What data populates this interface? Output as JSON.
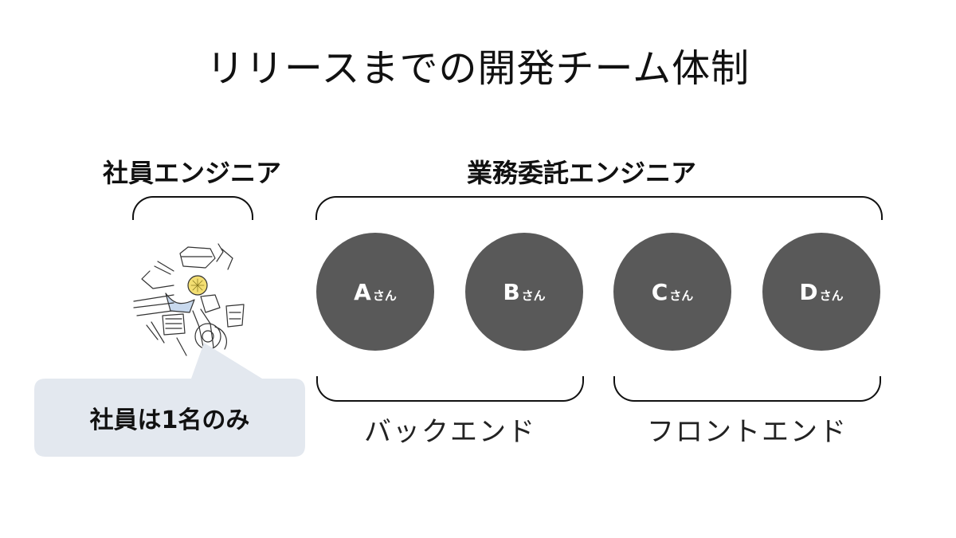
{
  "title": "リリースまでの開発チーム体制",
  "employee_group": {
    "label": "社員エンジニア",
    "avatar_icon": "motorcycle-sketch-icon",
    "bubble_text": "社員は1名のみ",
    "bubble_color": "#e3e8ef"
  },
  "contractor_group": {
    "label": "業務委託エンジニア",
    "members": [
      {
        "letter": "A",
        "suffix": "さん"
      },
      {
        "letter": "B",
        "suffix": "さん"
      },
      {
        "letter": "C",
        "suffix": "さん"
      },
      {
        "letter": "D",
        "suffix": "さん"
      }
    ],
    "circle_color": "#595959",
    "teams": [
      {
        "label": "バックエンド"
      },
      {
        "label": "フロントエンド"
      }
    ]
  }
}
